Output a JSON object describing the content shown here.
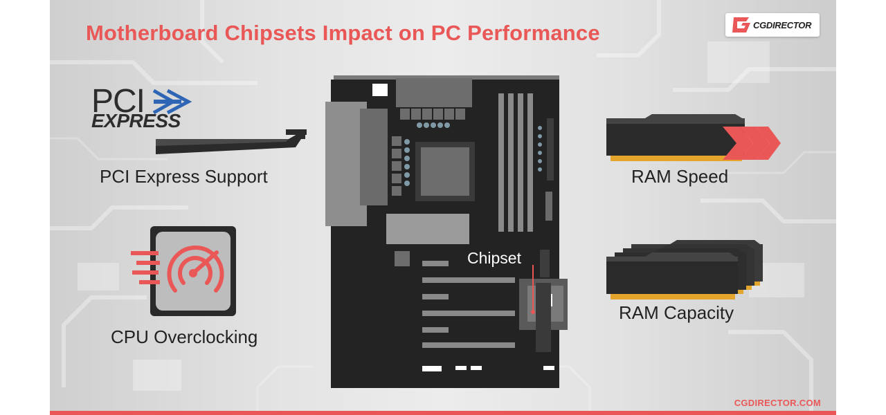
{
  "header": {
    "title": "Motherboard Chipsets Impact on PC Performance",
    "logo_text": "CGDIRECTOR"
  },
  "features": {
    "pcie": {
      "label": "PCI Express Support",
      "logo_top": "PCI",
      "logo_bottom": "EXPRESS"
    },
    "cpu": {
      "label": "CPU Overclocking"
    },
    "ram_speed": {
      "label": "RAM Speed"
    },
    "ram_capacity": {
      "label": "RAM Capacity"
    }
  },
  "motherboard": {
    "chipset_label": "Chipset"
  },
  "footer": {
    "site_url": "CGDIRECTOR.COM"
  },
  "colors": {
    "accent": "#ea5757",
    "board": "#232323",
    "ram_gold": "#e3a52c"
  }
}
